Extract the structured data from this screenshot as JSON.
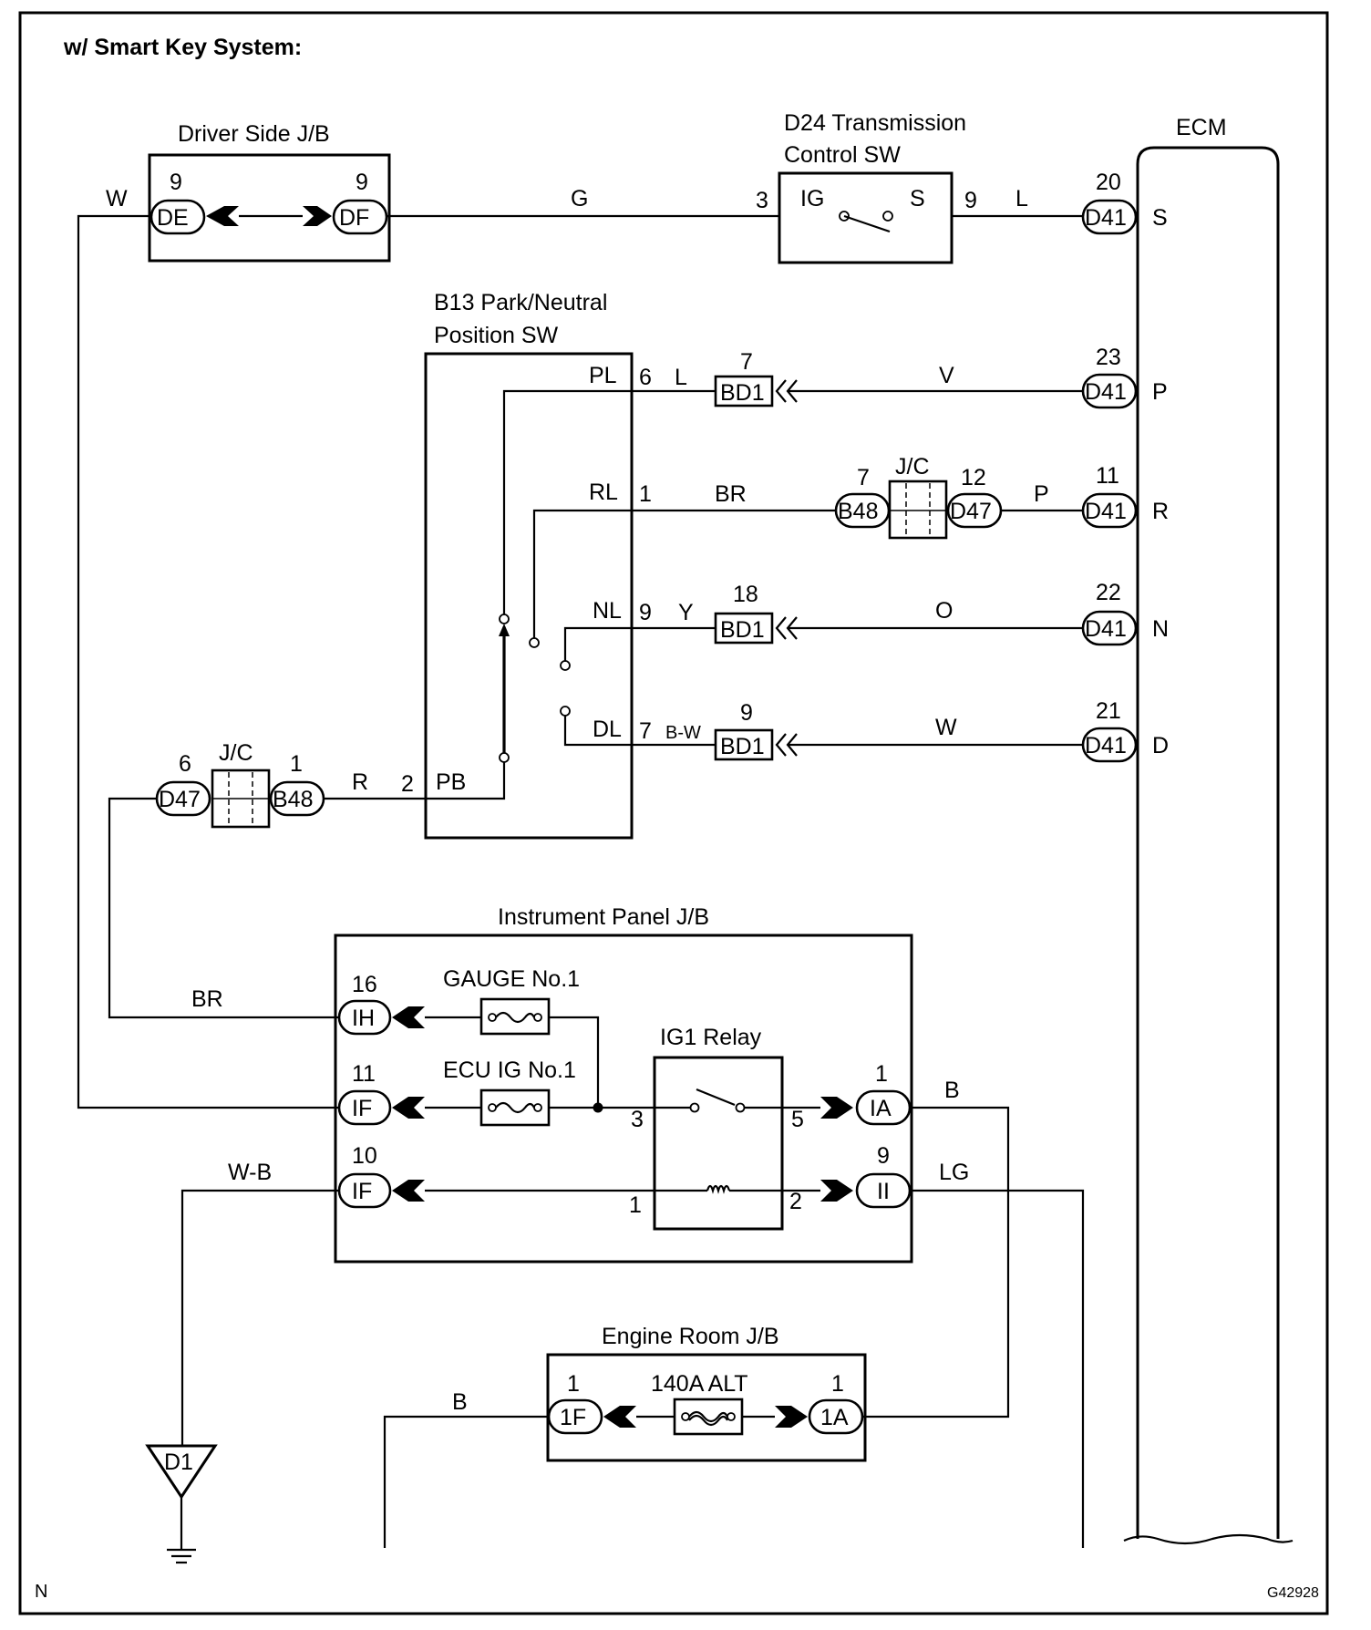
{
  "title": "w/ Smart Key System:",
  "page_mark": "N",
  "figure_id": "G42928",
  "components": {
    "driver_jb": {
      "name": "Driver Side J/B"
    },
    "tcs": {
      "name_line1": "D24 Transmission",
      "name_line2": "Control SW",
      "terminal_ig": "IG",
      "terminal_s": "S"
    },
    "ecm": {
      "name": "ECM"
    },
    "pnp": {
      "name_line1": "B13 Park/Neutral",
      "name_line2": "Position SW",
      "pl": "PL",
      "rl": "RL",
      "nl": "NL",
      "dl": "DL",
      "pb": "PB"
    },
    "jc": {
      "name": "J/C"
    },
    "ip_jb": {
      "name": "Instrument Panel J/B",
      "fuse_gauge": "GAUGE No.1",
      "fuse_ecu": "ECU IG No.1",
      "relay": "IG1 Relay"
    },
    "er_jb": {
      "name": "Engine Room J/B",
      "fuse_alt": "140A ALT"
    },
    "ground": {
      "name": "D1"
    }
  },
  "connectors": {
    "de": {
      "code": "DE",
      "pin": "9"
    },
    "df": {
      "code": "DF",
      "pin": "9"
    },
    "tcs_in": {
      "pin": "3"
    },
    "tcs_out": {
      "pin": "9"
    },
    "ecm_s": {
      "code": "D41",
      "pin": "20",
      "signal": "S"
    },
    "ecm_p": {
      "code": "D41",
      "pin": "23",
      "signal": "P"
    },
    "ecm_r": {
      "code": "D41",
      "pin": "11",
      "signal": "R"
    },
    "ecm_n": {
      "code": "D41",
      "pin": "22",
      "signal": "N"
    },
    "ecm_d": {
      "code": "D41",
      "pin": "21",
      "signal": "D"
    },
    "bd1_p": {
      "code": "BD1",
      "pin": "7"
    },
    "bd1_n": {
      "code": "BD1",
      "pin": "18"
    },
    "bd1_d": {
      "code": "BD1",
      "pin": "9"
    },
    "jc1_b48": {
      "code": "B48",
      "pin": "7"
    },
    "jc1_d47": {
      "code": "D47",
      "pin": "12"
    },
    "jc2_d47": {
      "code": "D47",
      "pin": "6"
    },
    "jc2_b48": {
      "code": "B48",
      "pin": "1"
    },
    "pnp_pl": {
      "pin": "6"
    },
    "pnp_rl": {
      "pin": "1"
    },
    "pnp_nl": {
      "pin": "9"
    },
    "pnp_dl": {
      "pin": "7"
    },
    "pnp_pb": {
      "pin": "2"
    },
    "ih": {
      "code": "IH",
      "pin": "16"
    },
    "if_a": {
      "code": "IF",
      "pin": "11"
    },
    "if_b": {
      "code": "IF",
      "pin": "10"
    },
    "ia": {
      "code": "IA",
      "pin": "1"
    },
    "ii": {
      "code": "II",
      "pin": "9"
    },
    "relay_p3": {
      "pin": "3"
    },
    "relay_p5": {
      "pin": "5"
    },
    "relay_p1": {
      "pin": "1"
    },
    "relay_p2": {
      "pin": "2"
    },
    "er_1f": {
      "code": "1F",
      "pin": "1"
    },
    "er_1a": {
      "code": "1A",
      "pin": "1"
    }
  },
  "wires": {
    "w_de": "W",
    "g_df": "G",
    "l_tcs": "L",
    "l_pl": "L",
    "v_p": "V",
    "br_rl": "BR",
    "p_r": "P",
    "y_nl": "Y",
    "o_n": "O",
    "bw_dl": "B-W",
    "w_d": "W",
    "r_pb": "R",
    "br_ih": "BR",
    "wb_if": "W-B",
    "b_ia": "B",
    "lg_ii": "LG",
    "b_1f": "B"
  }
}
